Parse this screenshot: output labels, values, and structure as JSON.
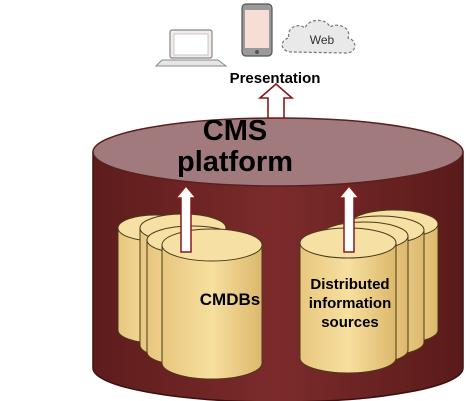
{
  "presentation": {
    "label": "Presentation",
    "web_label": "Web"
  },
  "platform": {
    "title_line1": "CMS",
    "title_line2": "platform"
  },
  "stores": {
    "cmdbs_label": "CMDBs",
    "distributed_line1": "Distributed",
    "distributed_line2": "information",
    "distributed_line3": "sources"
  },
  "colors": {
    "platform_body": "#7a2a2a",
    "platform_top": "#a07a7c",
    "db_fill": "#f2d594",
    "db_stroke": "#4a3a1a",
    "arrow_fill": "#ffffff",
    "arrow_stroke": "#8a1a1a"
  },
  "icons": [
    "laptop-icon",
    "smartphone-icon",
    "cloud-icon"
  ]
}
